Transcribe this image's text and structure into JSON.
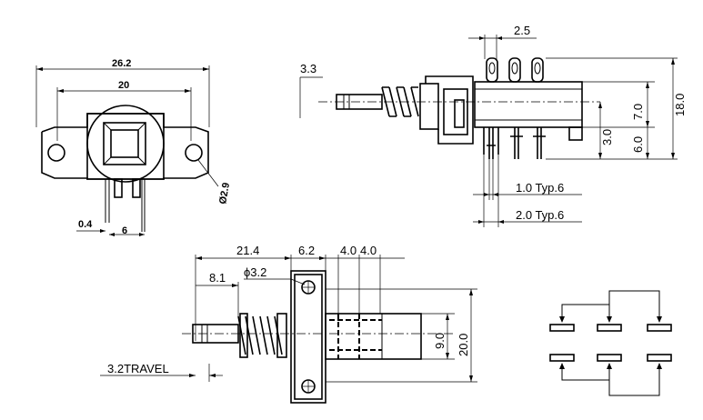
{
  "front_view": {
    "dim_overall_width": "26.2",
    "dim_mount_pitch": "20",
    "dim_hole_dia": "Ø2.9",
    "dim_pin_gap": "0.4",
    "dim_pin_pitch": "6"
  },
  "side_view": {
    "dim_pin_pitch": "2.5",
    "dim_shaft_offset": "3.3",
    "dim_height_total": "18.0",
    "dim_height_upper": "7.0",
    "dim_height_lower": "6.0",
    "dim_pin_protrusion": "3.0",
    "dim_pin_width_a": "1.0 Typ.6",
    "dim_pin_width_b": "2.0 Typ.6"
  },
  "top_view": {
    "dim_plunger_length": "21.4",
    "dim_flange_width": "6.2",
    "dim_pin_spacing_a": "4.0",
    "dim_pin_spacing_b": "4.0",
    "dim_shaft_tip": "8.1",
    "dim_hole_dia": "ϕ3.2",
    "dim_body_height": "9.0",
    "dim_flange_height": "20.0",
    "dim_travel": "3.2TRAVEL"
  },
  "schematic": {
    "contacts": 6
  }
}
